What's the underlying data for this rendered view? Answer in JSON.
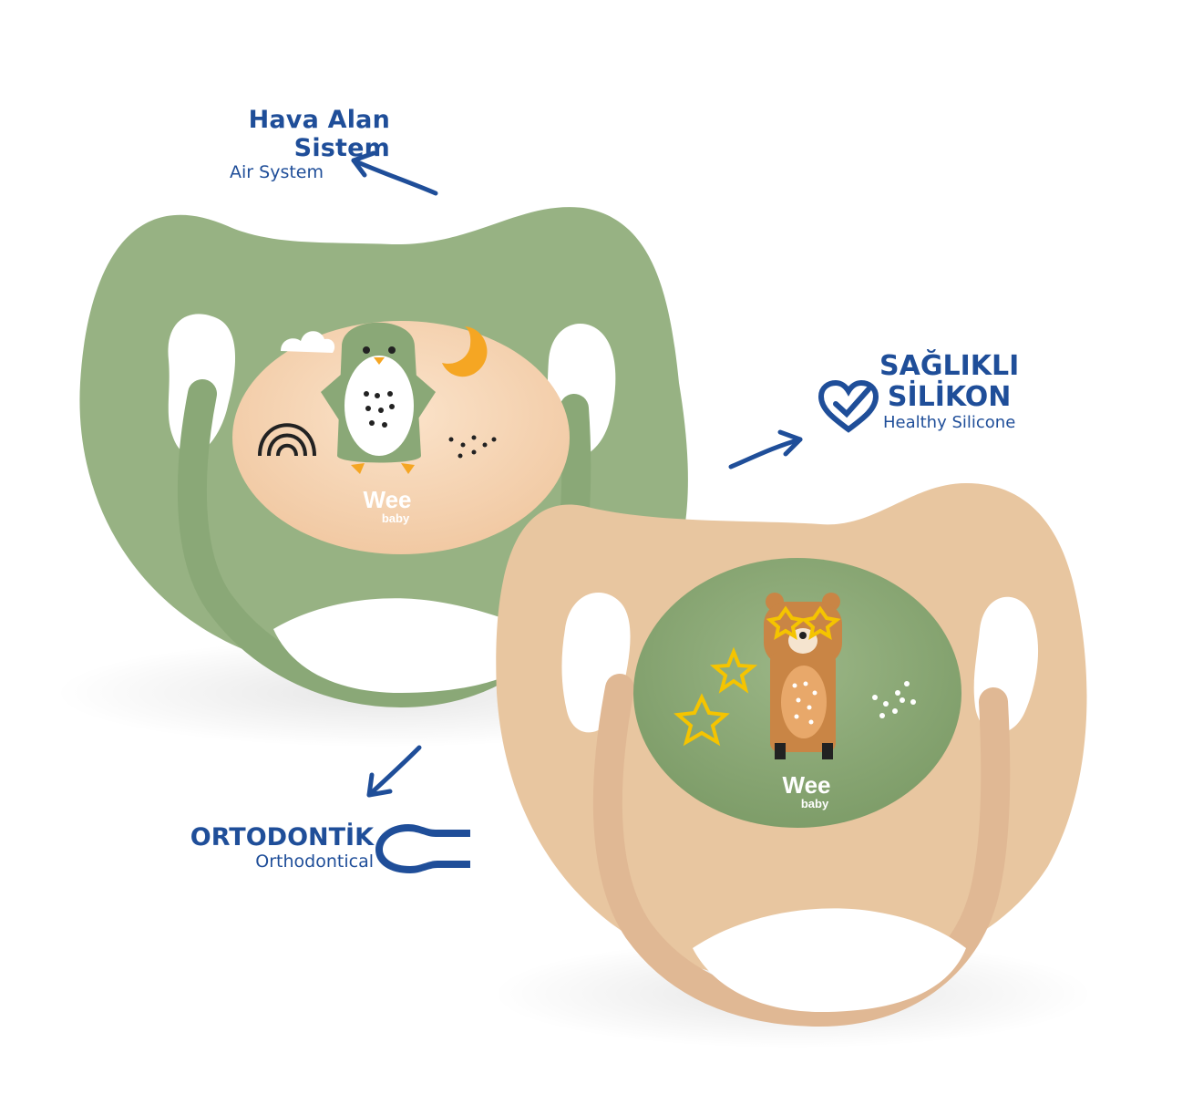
{
  "features": {
    "air": {
      "title": "Hava Alan Sistem",
      "subtitle": "Air System"
    },
    "healthy": {
      "title_line1": "SAĞLIKLI",
      "title_line2": "SİLİKON",
      "subtitle": "Healthy Silicone"
    },
    "ortho": {
      "title": "ORTODONTİK",
      "subtitle": "Orthodontical"
    }
  },
  "products": {
    "green": {
      "brand": "Wee",
      "brand_sub": "baby",
      "motif": "penguin"
    },
    "beige": {
      "brand": "Wee",
      "brand_sub": "baby",
      "motif": "bear"
    }
  },
  "colors": {
    "brand_blue": "#1f4e99",
    "green_shield": "#97b283",
    "beige_shield": "#e8c6a0",
    "green_button": "#88a674",
    "beige_button": "#f5d7b6"
  }
}
